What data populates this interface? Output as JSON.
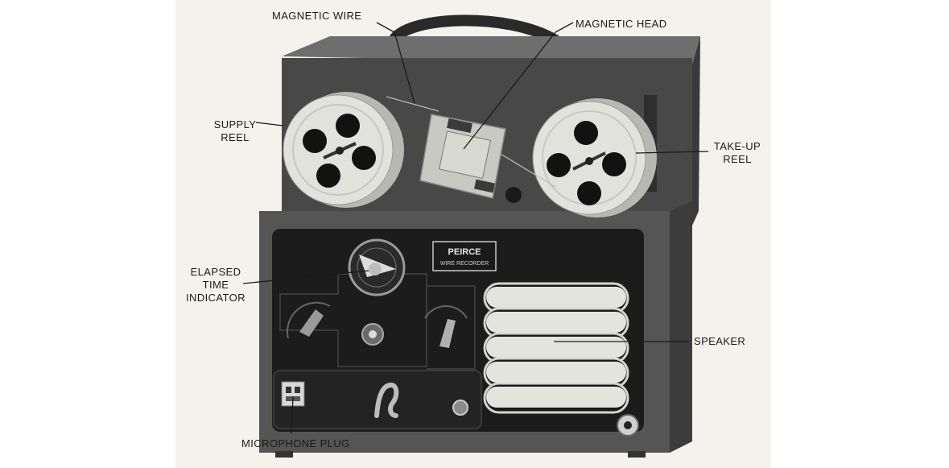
{
  "labels": {
    "magnetic_wire": "MAGNETIC WIRE",
    "magnetic_head": "MAGNETIC HEAD",
    "supply_reel": [
      "SUPPLY",
      "REEL"
    ],
    "take_up_reel": [
      "TAKE-UP",
      "REEL"
    ],
    "elapsed_time_indicator": [
      "ELAPSED",
      "TIME",
      "INDICATOR"
    ],
    "speaker": "SPEAKER",
    "microphone_plug": "MICROPHONE PLUG"
  },
  "nameplate": [
    "PEIRCE",
    "WIRE RECORDER"
  ],
  "colors": {
    "paper": "#f3f2ec",
    "case": "#4a4a4a",
    "panel": "#1c1c1c",
    "reel": "#e2e2dc",
    "ink": "#1a1a1a"
  }
}
